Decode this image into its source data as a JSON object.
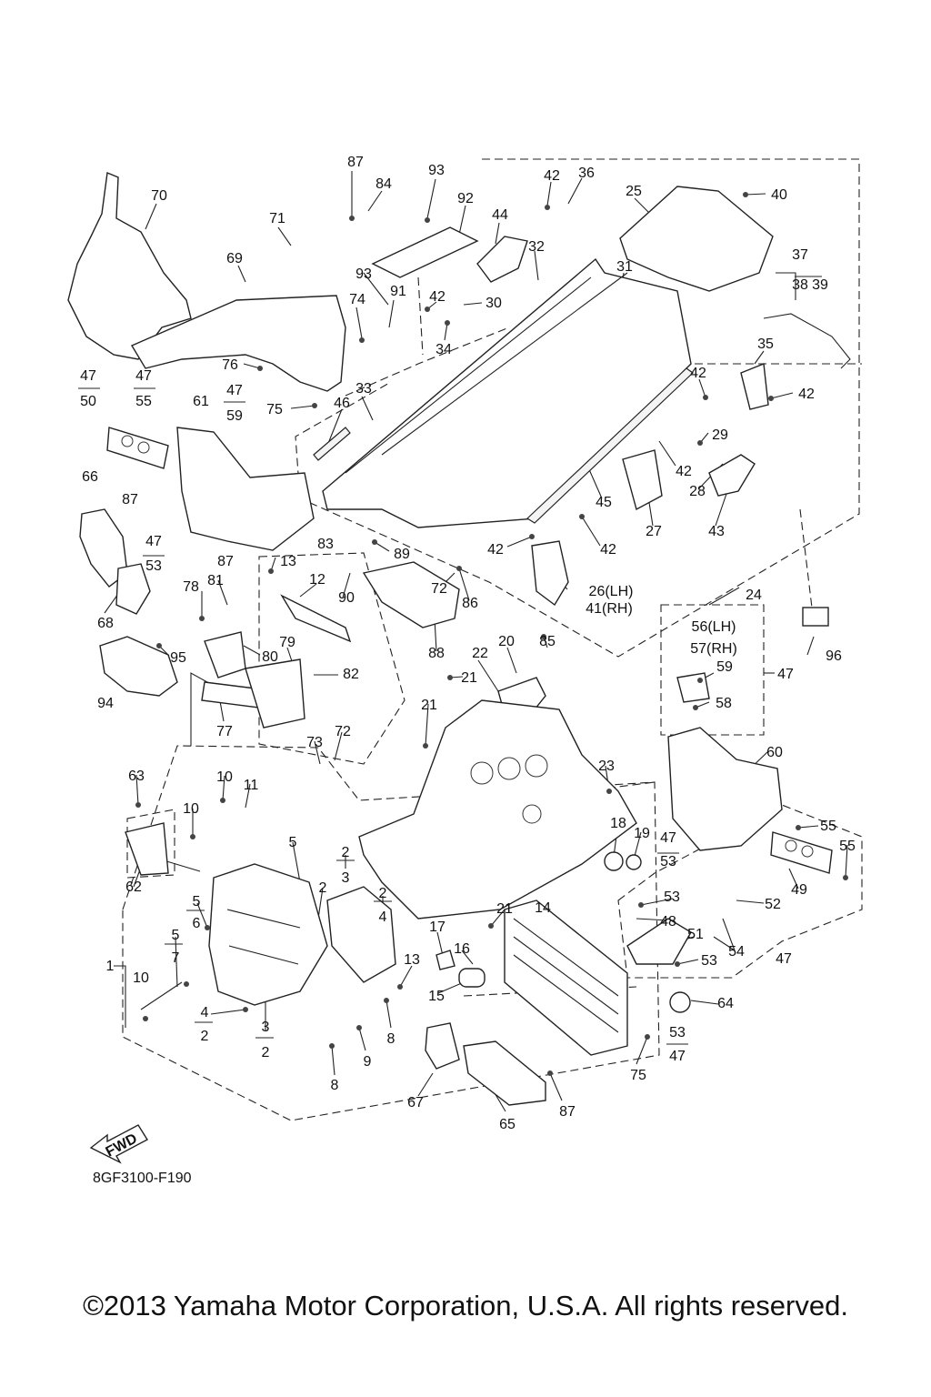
{
  "reference_code": "8GF3100-F190",
  "copyright": "©2013 Yamaha Motor Corporation, U.S.A. All rights reserved.",
  "fwd_label": "FWD",
  "callouts": [
    {
      "id": "c87a",
      "text": "87"
    },
    {
      "id": "c84",
      "text": "84"
    },
    {
      "id": "c93a",
      "text": "93"
    },
    {
      "id": "c92",
      "text": "92"
    },
    {
      "id": "c42a",
      "text": "42"
    },
    {
      "id": "c36",
      "text": "36"
    },
    {
      "id": "c25",
      "text": "25"
    },
    {
      "id": "c40",
      "text": "40"
    },
    {
      "id": "c70",
      "text": "70"
    },
    {
      "id": "c71",
      "text": "71"
    },
    {
      "id": "c69",
      "text": "69"
    },
    {
      "id": "c44",
      "text": "44"
    },
    {
      "id": "c32",
      "text": "32"
    },
    {
      "id": "c31",
      "text": "31"
    },
    {
      "id": "c37",
      "text": "37"
    },
    {
      "id": "c38",
      "text": "38"
    },
    {
      "id": "c39",
      "text": "39"
    },
    {
      "id": "c93b",
      "text": "93"
    },
    {
      "id": "c91",
      "text": "91"
    },
    {
      "id": "c74",
      "text": "74"
    },
    {
      "id": "c42b",
      "text": "42"
    },
    {
      "id": "c30",
      "text": "30"
    },
    {
      "id": "c34",
      "text": "34"
    },
    {
      "id": "c35",
      "text": "35"
    },
    {
      "id": "c47a",
      "text": "47"
    },
    {
      "id": "c50",
      "text": "50"
    },
    {
      "id": "c47b",
      "text": "47"
    },
    {
      "id": "c55a",
      "text": "55"
    },
    {
      "id": "c76",
      "text": "76"
    },
    {
      "id": "c47c",
      "text": "47"
    },
    {
      "id": "c59a",
      "text": "59"
    },
    {
      "id": "c61",
      "text": "61"
    },
    {
      "id": "c75a",
      "text": "75"
    },
    {
      "id": "c33",
      "text": "33"
    },
    {
      "id": "c46",
      "text": "46"
    },
    {
      "id": "c42c",
      "text": "42"
    },
    {
      "id": "c42d",
      "text": "42"
    },
    {
      "id": "c29",
      "text": "29"
    },
    {
      "id": "c42e",
      "text": "42"
    },
    {
      "id": "c28",
      "text": "28"
    },
    {
      "id": "c66",
      "text": "66"
    },
    {
      "id": "c87b",
      "text": "87"
    },
    {
      "id": "c45",
      "text": "45"
    },
    {
      "id": "c27",
      "text": "27"
    },
    {
      "id": "c43",
      "text": "43"
    },
    {
      "id": "c47d",
      "text": "47"
    },
    {
      "id": "c53a",
      "text": "53"
    },
    {
      "id": "c83",
      "text": "83"
    },
    {
      "id": "c89",
      "text": "89"
    },
    {
      "id": "c42f",
      "text": "42"
    },
    {
      "id": "c42g",
      "text": "42"
    },
    {
      "id": "c87c",
      "text": "87"
    },
    {
      "id": "c13a",
      "text": "13"
    },
    {
      "id": "c12",
      "text": "12"
    },
    {
      "id": "c26",
      "text": "26(LH)"
    },
    {
      "id": "c41",
      "text": "41(RH)"
    },
    {
      "id": "c78",
      "text": "78"
    },
    {
      "id": "c81",
      "text": "81"
    },
    {
      "id": "c72a",
      "text": "72"
    },
    {
      "id": "c90",
      "text": "90"
    },
    {
      "id": "c86",
      "text": "86"
    },
    {
      "id": "c24",
      "text": "24"
    },
    {
      "id": "c68",
      "text": "68"
    },
    {
      "id": "c56",
      "text": "56(LH)"
    },
    {
      "id": "c57",
      "text": "57(RH)"
    },
    {
      "id": "c79",
      "text": "79"
    },
    {
      "id": "c95",
      "text": "95"
    },
    {
      "id": "c80",
      "text": "80"
    },
    {
      "id": "c88",
      "text": "88"
    },
    {
      "id": "c22",
      "text": "22"
    },
    {
      "id": "c20",
      "text": "20"
    },
    {
      "id": "c85",
      "text": "85"
    },
    {
      "id": "c96",
      "text": "96"
    },
    {
      "id": "c59b",
      "text": "59"
    },
    {
      "id": "c47e",
      "text": "47"
    },
    {
      "id": "c94",
      "text": "94"
    },
    {
      "id": "c82",
      "text": "82"
    },
    {
      "id": "c21a",
      "text": "21"
    },
    {
      "id": "c58",
      "text": "58"
    },
    {
      "id": "c21b",
      "text": "21"
    },
    {
      "id": "c77",
      "text": "77"
    },
    {
      "id": "c73",
      "text": "73"
    },
    {
      "id": "c72b",
      "text": "72"
    },
    {
      "id": "c60",
      "text": "60"
    },
    {
      "id": "c63",
      "text": "63"
    },
    {
      "id": "c10a",
      "text": "10"
    },
    {
      "id": "c11",
      "text": "11"
    },
    {
      "id": "c23",
      "text": "23"
    },
    {
      "id": "c10b",
      "text": "10"
    },
    {
      "id": "c18",
      "text": "18"
    },
    {
      "id": "c19",
      "text": "19"
    },
    {
      "id": "c55b",
      "text": "55"
    },
    {
      "id": "c47f",
      "text": "47"
    },
    {
      "id": "c53b",
      "text": "53"
    },
    {
      "id": "c5a",
      "text": "5"
    },
    {
      "id": "c55c",
      "text": "55"
    },
    {
      "id": "c62",
      "text": "62"
    },
    {
      "id": "c2a",
      "text": "2"
    },
    {
      "id": "c3a",
      "text": "3"
    },
    {
      "id": "c2b",
      "text": "2"
    },
    {
      "id": "c49",
      "text": "49"
    },
    {
      "id": "c5b",
      "text": "5"
    },
    {
      "id": "c6",
      "text": "6"
    },
    {
      "id": "c2c",
      "text": "2"
    },
    {
      "id": "c4a",
      "text": "4"
    },
    {
      "id": "c21c",
      "text": "21"
    },
    {
      "id": "c14",
      "text": "14"
    },
    {
      "id": "c53c",
      "text": "53"
    },
    {
      "id": "c52",
      "text": "52"
    },
    {
      "id": "c48",
      "text": "48"
    },
    {
      "id": "c51",
      "text": "51"
    },
    {
      "id": "c5c",
      "text": "5"
    },
    {
      "id": "c7",
      "text": "7"
    },
    {
      "id": "c17",
      "text": "17"
    },
    {
      "id": "c16",
      "text": "16"
    },
    {
      "id": "c13b",
      "text": "13"
    },
    {
      "id": "c54",
      "text": "54"
    },
    {
      "id": "c53d",
      "text": "53"
    },
    {
      "id": "c47g",
      "text": "47"
    },
    {
      "id": "c1",
      "text": "1"
    },
    {
      "id": "c10c",
      "text": "10"
    },
    {
      "id": "c15",
      "text": "15"
    },
    {
      "id": "c64",
      "text": "64"
    },
    {
      "id": "c4b",
      "text": "4"
    },
    {
      "id": "c2d",
      "text": "2"
    },
    {
      "id": "c3b",
      "text": "3"
    },
    {
      "id": "c2e",
      "text": "2"
    },
    {
      "id": "c8a",
      "text": "8"
    },
    {
      "id": "c53e",
      "text": "53"
    },
    {
      "id": "c47h",
      "text": "47"
    },
    {
      "id": "c9",
      "text": "9"
    },
    {
      "id": "c75b",
      "text": "75"
    },
    {
      "id": "c8b",
      "text": "8"
    },
    {
      "id": "c67",
      "text": "67"
    },
    {
      "id": "c87d",
      "text": "87"
    },
    {
      "id": "c65",
      "text": "65"
    }
  ]
}
